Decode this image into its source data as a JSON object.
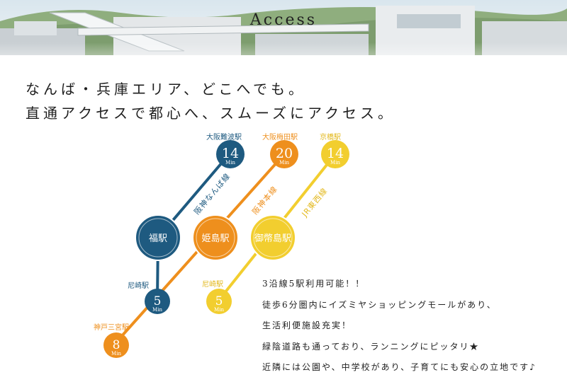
{
  "hero": {
    "title": "Access"
  },
  "headline": {
    "line1": "なんば・兵庫エリア、どこへでも。",
    "line2": "直通アクセスで都心へ、スムーズにアクセス。"
  },
  "colors": {
    "navy": "#1e5a80",
    "orange": "#ee8f1d",
    "yellow": "#f2ce2f",
    "text": "#222222"
  },
  "lines": {
    "hanshin_namba": {
      "label": "阪神なんば線",
      "color": "#1e5a80"
    },
    "hanshin_main": {
      "label": "阪神本線",
      "color": "#ee8f1d"
    },
    "jr_tozai": {
      "label": "JR東西線",
      "color": "#f2ce2f"
    }
  },
  "stations": {
    "fuku": {
      "name": "福駅"
    },
    "himejima": {
      "name": "姫島駅"
    },
    "mitejima": {
      "name": "御幣島駅"
    }
  },
  "destinations": {
    "osaka_namba": {
      "name": "大阪難波駅",
      "minutes": "14",
      "unit": "Min"
    },
    "osaka_umeda": {
      "name": "大阪梅田駅",
      "minutes": "20",
      "unit": "Min"
    },
    "kyobashi": {
      "name": "京橋駅",
      "minutes": "14",
      "unit": "Min"
    },
    "amagasaki_navy": {
      "name": "尼崎駅",
      "minutes": "5",
      "unit": "Min"
    },
    "amagasaki_yellow": {
      "name": "尼崎駅",
      "minutes": "5",
      "unit": "Min"
    },
    "kobe_sannomiya": {
      "name": "神戸三宮駅",
      "minutes": "8",
      "unit": "Min"
    }
  },
  "description": [
    "3沿線5駅利用可能！！",
    "徒歩6分圏内にイズミヤショッピングモールがあり、",
    "生活利便施設充実！",
    "緑陰道路も通っており、ランニングにピッタリ★",
    "近隣には公園や、中学校があり、子育てにも安心の立地です♪"
  ]
}
